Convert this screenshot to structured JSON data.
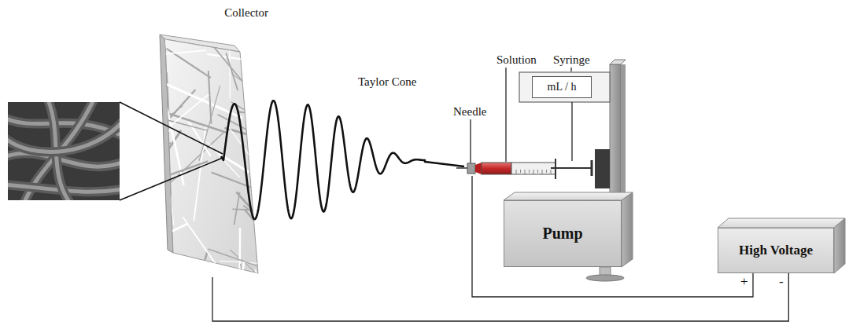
{
  "diagram": {
    "nodes": [
      {
        "text": [
          "Collector"
        ]
      },
      {
        "text": [
          "mL / h"
        ]
      },
      {
        "text": [
          "Pump"
        ]
      },
      {
        "text": [
          "High Voltage"
        ]
      }
    ],
    "edges": [
      {
        "from": 0,
        "to": 3,
        "arrow": "none"
      }
    ],
    "labels": [
      "Taylor Cone",
      "Solution",
      "Syringe",
      "Needle",
      "+",
      "-"
    ]
  }
}
